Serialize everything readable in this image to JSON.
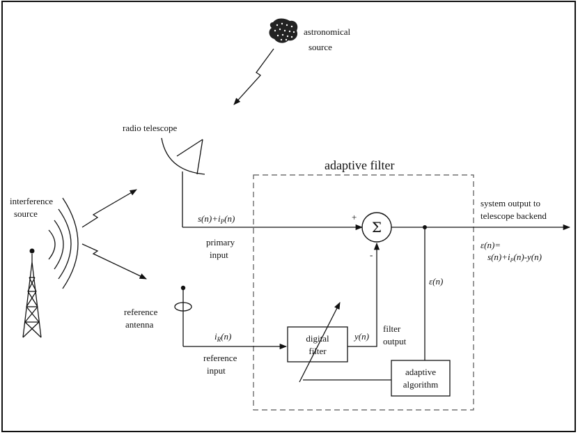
{
  "labels": {
    "astronomical_source": [
      "astronomical",
      "source"
    ],
    "radio_telescope": "radio telescope",
    "adaptive_filter": "adaptive filter",
    "interference_source": [
      "interference",
      "source"
    ],
    "primary_signal": "s(n)+i",
    "primary_signal_sub": "P",
    "primary_signal_tail": "(n)",
    "primary_input": [
      "primary",
      "input"
    ],
    "plus_sign": "+",
    "minus_sign": "-",
    "sigma": "Σ",
    "system_output": [
      "system output to",
      "telescope backend"
    ],
    "error_eq_head": "ε(n)=",
    "error_eq_body": "s(n)+i",
    "error_eq_sub": "P",
    "error_eq_tail": "(n)-y(n)",
    "error_signal": "ε(n)",
    "reference_antenna": [
      "reference",
      "antenna"
    ],
    "reference_signal": "i",
    "reference_signal_sub": "R",
    "reference_signal_tail": "(n)",
    "reference_input": [
      "reference",
      "input"
    ],
    "digital_filter": [
      "digital",
      "filter"
    ],
    "filter_signal": "y(n)",
    "filter_output": [
      "filter",
      "output"
    ],
    "adaptive_algorithm": [
      "adaptive",
      "algorithm"
    ]
  }
}
